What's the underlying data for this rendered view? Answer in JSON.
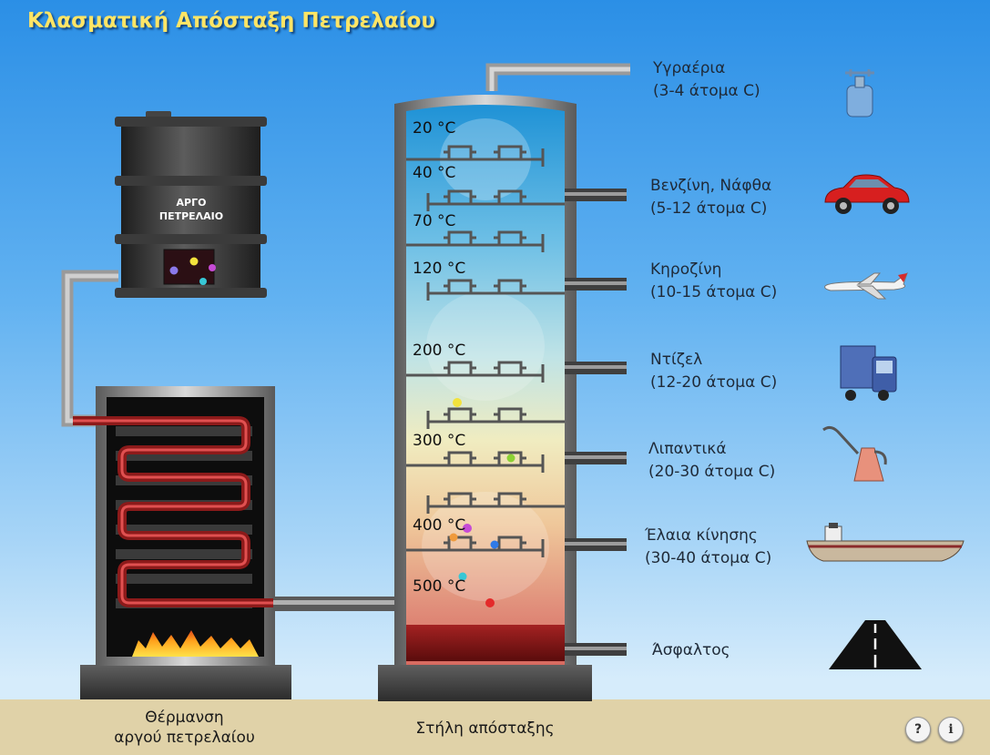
{
  "title": "Κλασματική Απόσταξη Πετρελαίου",
  "barrel": {
    "label_line1": "ΑΡΓΟ",
    "label_line2": "ΠΕΤΡΕΛΑΙΟ"
  },
  "captions": {
    "heater_line1": "Θέρμανση",
    "heater_line2": "αργού πετρελαίου",
    "column": "Στήλη απόσταξης"
  },
  "temperatures": [
    "20 °C",
    "40 °C",
    "70 °C",
    "120 °C",
    "200 °C",
    "300 °C",
    "400 °C",
    "500 °C"
  ],
  "fractions": [
    {
      "name": "Υγραέρια",
      "carbons": "(3-4 άτομα C)",
      "icon": "gas-canister-icon"
    },
    {
      "name": "Βενζίνη, Νάφθα",
      "carbons": "(5-12 άτομα C)",
      "icon": "car-icon"
    },
    {
      "name": "Κηροζίνη",
      "carbons": "(10-15 άτομα C)",
      "icon": "airplane-icon"
    },
    {
      "name": "Ντίζελ",
      "carbons": "(12-20 άτομα C)",
      "icon": "truck-icon"
    },
    {
      "name": "Λιπαντικά",
      "carbons": "(20-30 άτομα C)",
      "icon": "oil-can-icon"
    },
    {
      "name": "Έλαια κίνησης",
      "carbons": "(30-40 άτομα C)",
      "icon": "ship-icon"
    },
    {
      "name": "Άσφαλτος",
      "carbons": "",
      "icon": "road-icon"
    }
  ],
  "buttons": {
    "help": "?",
    "info": "i"
  }
}
